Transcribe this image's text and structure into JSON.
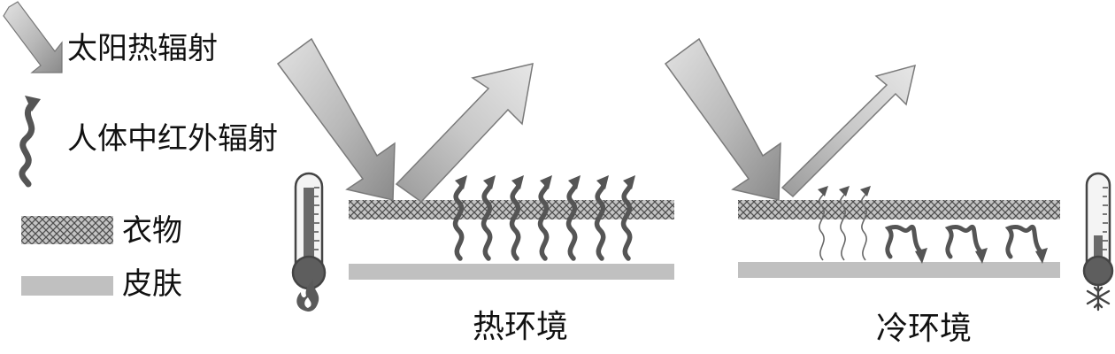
{
  "legend": {
    "solar_label": "太阳热辐射",
    "ir_label": "人体中红外辐射",
    "cloth_label": "衣物",
    "skin_label": "皮肤"
  },
  "panels": {
    "hot_caption": "热环境",
    "cold_caption": "冷环境"
  },
  "colors": {
    "arrow_light": "#d4d4d4",
    "arrow_dark": "#7a7a7a",
    "wave": "#5a5a5a",
    "skin": "#c0c0c0",
    "cloth_bg": "#bdbdbd",
    "cloth_hatch": "#5c5c5c",
    "thermo_red": "#6e6e6e"
  }
}
